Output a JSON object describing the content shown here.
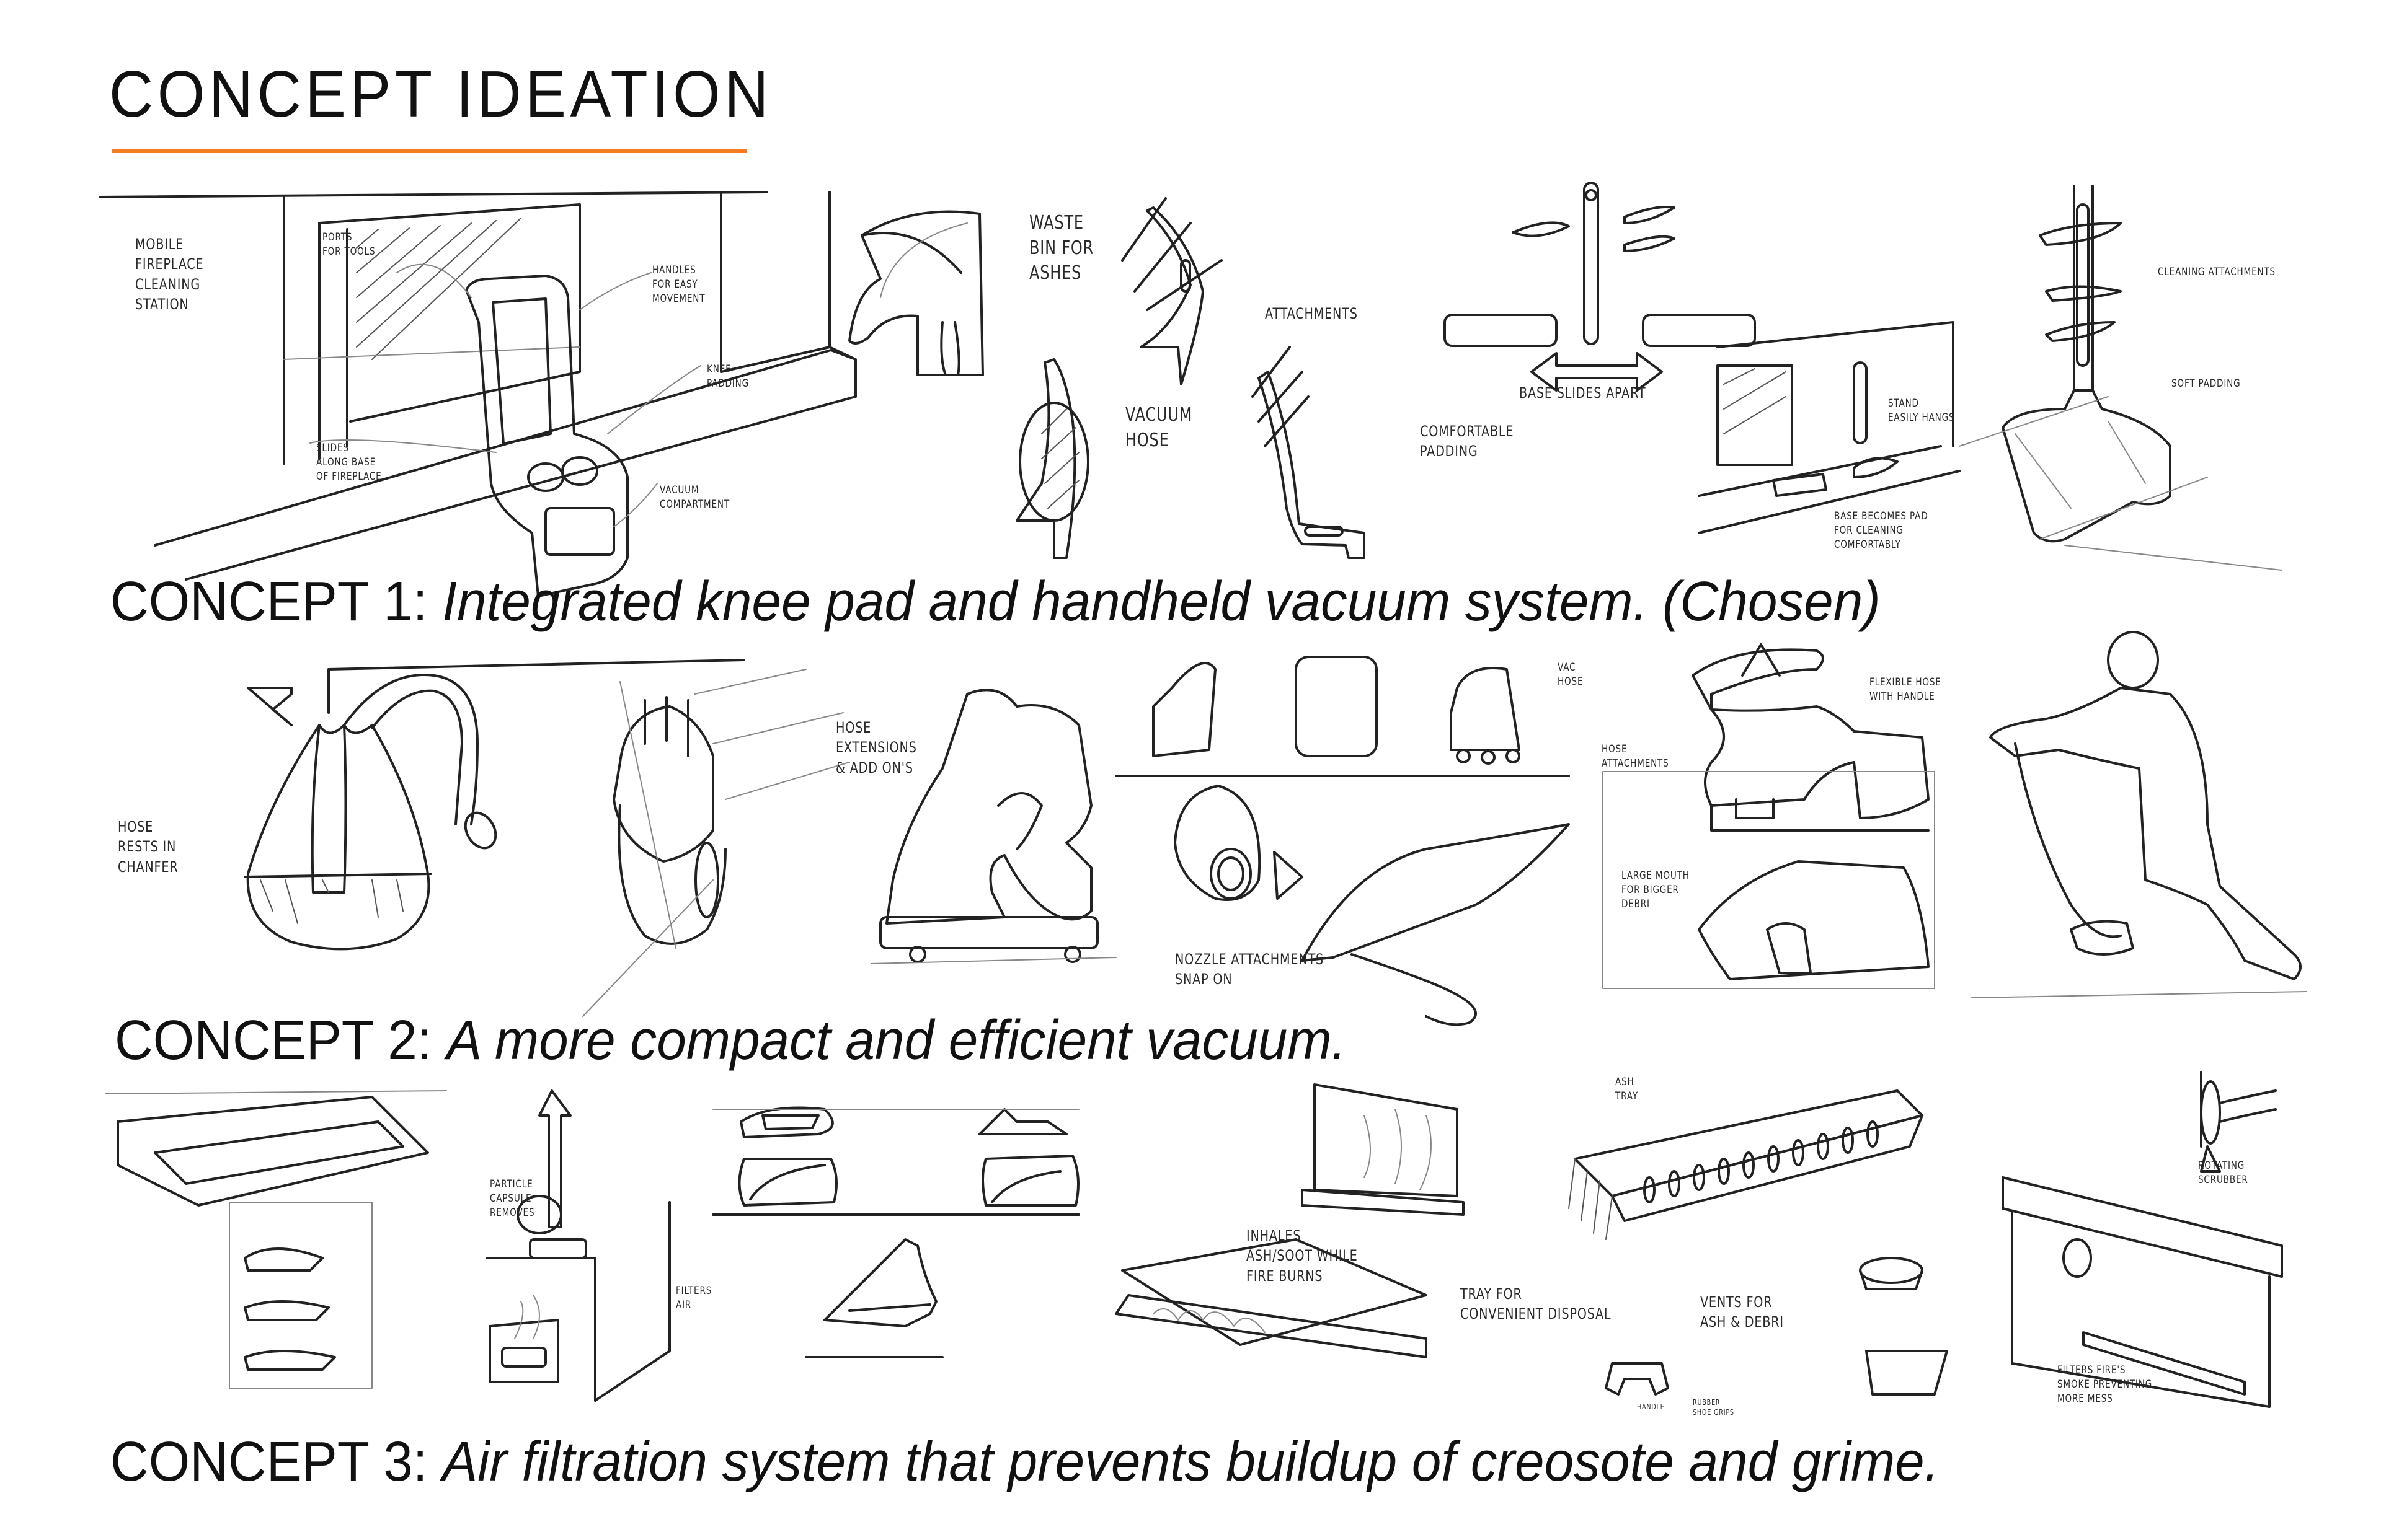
{
  "header": {
    "title": "CONCEPT IDEATION",
    "accent_color": "#f47b20"
  },
  "concepts": [
    {
      "label": "CONCEPT 1:",
      "description": "Integrated knee pad and handheld vacuum system. (Chosen)"
    },
    {
      "label": "CONCEPT 2:",
      "description": "A more compact and efficient vacuum."
    },
    {
      "label": "CONCEPT 3:",
      "description": "Air filtration system that prevents buildup of creosote and grime."
    }
  ],
  "row1_notes": [
    "Mobile\nFireplace\nCleaning\nStation",
    "Ports\nFor Tools",
    "Handles\nFor Easy\nMovement",
    "Knee\nPadding",
    "Slides\nAlong Base\nOf Fireplace",
    "Vacuum\nCompartment",
    "Waste\nBin For\nAshes",
    "Attachments",
    "Vacuum\nHose",
    "Comfortable\nPadding",
    "Base Slides Apart",
    "Stand\nEasily Hangs",
    "Cleaning Attachments",
    "Soft Padding",
    "Base Becomes Pad\nFor Cleaning\nComfortably"
  ],
  "row2_notes": [
    "Hose\nRests In\nChanfer",
    "Hose\nExtensions\n& Add On's",
    "Vac\nHose",
    "Flexible Hose\nWith Handle",
    "Hose\nAttachments",
    "Large Mouth\nFor Bigger\nDebri",
    "Nozzle Attachments\nSnap On"
  ],
  "row3_notes": [
    "Ash\nTray",
    "Particle\nCapsule\nRemoves",
    "Filters\nAir",
    "Inhales\nAsh/Soot While\nFire Burns",
    "Tray For\nConvenient Disposal",
    "Vents For\nAsh & Debri",
    "Rotating\nScrubber",
    "Filters Fire's\nSmoke Preventing\nMore Mess",
    "Handle",
    "Rubber\nShoe Grips"
  ]
}
